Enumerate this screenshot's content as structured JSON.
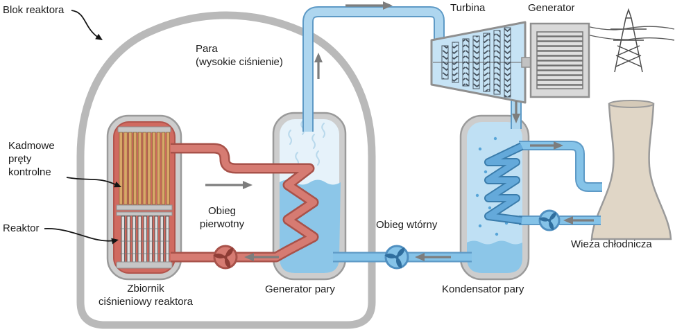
{
  "diagram": {
    "labels": {
      "blok_reaktora": "Blok reaktora",
      "para": "Para\n(wysokie ciśnienie)",
      "turbina": "Turbina",
      "generator": "Generator",
      "kadmowe_prety": "Kadmowe\npręty\nkontrolne",
      "reaktor": "Reaktor",
      "obieg_pierwotny": "Obieg\npierwotny",
      "obieg_wtorny": "Obieg wtórny",
      "zbiornik": "Zbiornik\nciśnieniowy reaktora",
      "generator_pary": "Generator pary",
      "kondensator_pary": "Kondensator pary",
      "wieza_chlodnicza": "Wieża chłodnicza"
    },
    "colors": {
      "primary_loop": "#d67b72",
      "primary_outline": "#a8524a",
      "reactor_core": "#d06a60",
      "fuel_rod": "#d8a868",
      "secondary_pipe": "#85c3e8",
      "secondary_outline": "#5e9ac6",
      "steam_pipe": "#aed6ef",
      "steam_fill": "#e6f2fa",
      "water_fill": "#8cc6e8",
      "condenser_fill": "#bfe0f4",
      "coil_blue": "#64a9da",
      "vessel_gray": "#cdcdcd",
      "vessel_border": "#9a9a9a",
      "containment_gray": "#b9b9b9",
      "tower_tan": "#e0d6c6",
      "arrow_gray": "#7d7d7d"
    }
  }
}
